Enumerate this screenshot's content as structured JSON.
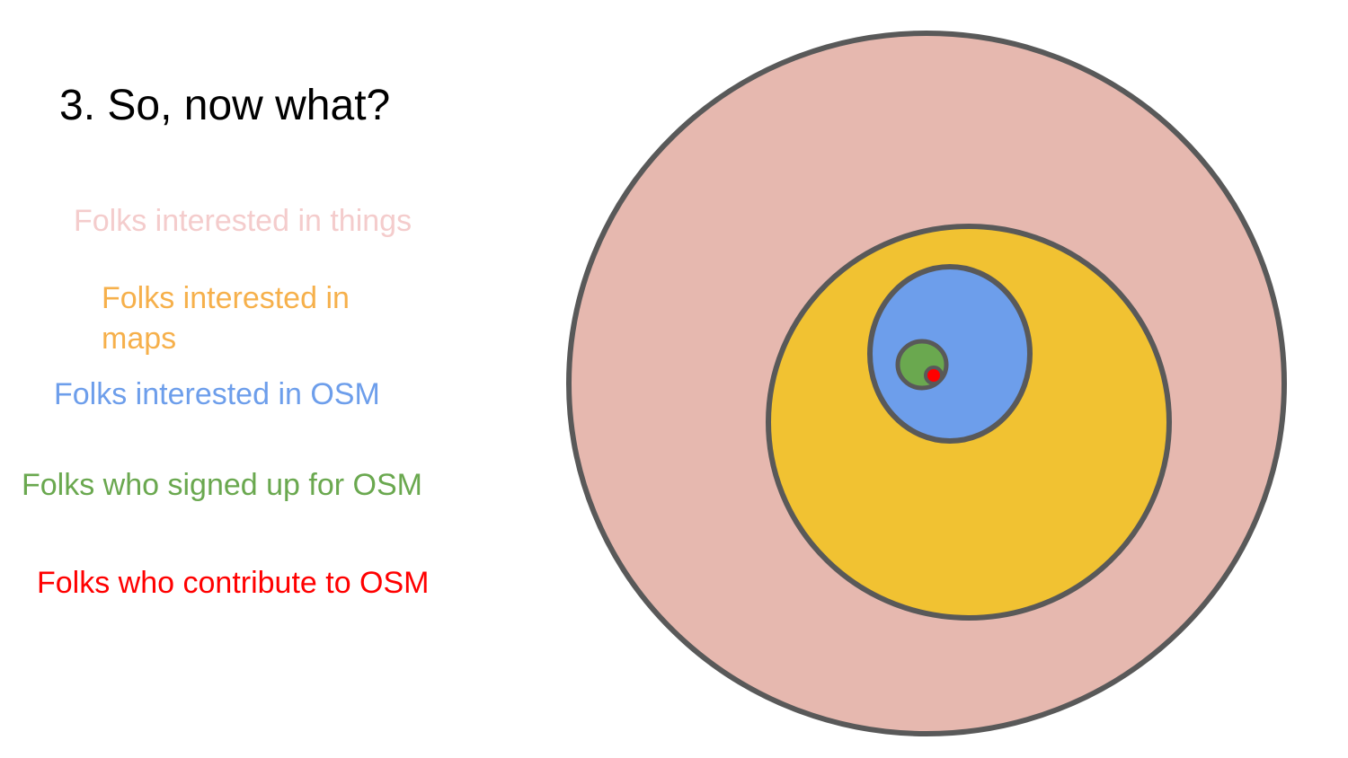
{
  "slide": {
    "title": "3. So, now what?"
  },
  "groups": [
    {
      "id": "things",
      "label": "Folks interested in things",
      "color": "#f4cccc",
      "fill": "#e6b8af"
    },
    {
      "id": "maps",
      "label": "Folks interested in maps",
      "color": "#f6b04b",
      "fill": "#f1c232"
    },
    {
      "id": "osm",
      "label": "Folks interested in OSM",
      "color": "#6d9eeb",
      "fill": "#6d9eeb"
    },
    {
      "id": "signed",
      "label": "Folks who signed up for OSM",
      "color": "#6aa84f",
      "fill": "#6aa84f"
    },
    {
      "id": "contrib",
      "label": "Folks who contribute to OSM",
      "color": "#ff0000",
      "fill": "#ff0000"
    }
  ],
  "outline_color": "#595959"
}
